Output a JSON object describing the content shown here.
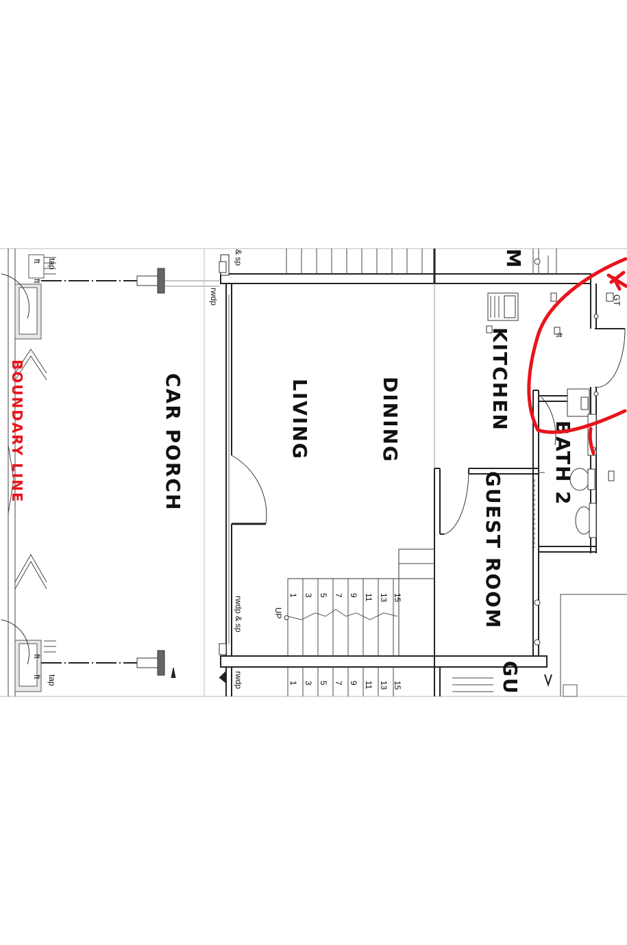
{
  "plan": {
    "rooms": {
      "car_porch": "CAR PORCH",
      "living": "LIVING",
      "dining": "DINING",
      "kitchen": "KITCHEN",
      "guest_room": "GUEST ROOM",
      "bath_2": "BATH 2",
      "partial_top": "M",
      "partial_bottom": "GU"
    },
    "boundary_line": "BOUNDARY LINE",
    "labels": {
      "tap_top": "tap",
      "tap_bottom": "tap",
      "ft_1": "ft",
      "ft_2": "ft",
      "ft_3": "ft",
      "ft_4": "ft",
      "ft_kitchen": "ft",
      "sp_top": "& sp",
      "rwdp_top": "rwdp",
      "rwdp_sp_mid": "rwdp & sp",
      "rwdp_bottom": "rwdp",
      "gt": "GT",
      "up": "UP"
    },
    "stair_numbers_upper": [
      "1",
      "3",
      "5",
      "7",
      "9",
      "11",
      "13",
      "15"
    ],
    "stair_numbers_lower": [
      "1",
      "3",
      "5",
      "7",
      "9",
      "11",
      "13",
      "15"
    ]
  },
  "colors": {
    "boundary": "#e8141b",
    "markup": "#e8141b",
    "walls": "#222222",
    "post": "#666666"
  }
}
